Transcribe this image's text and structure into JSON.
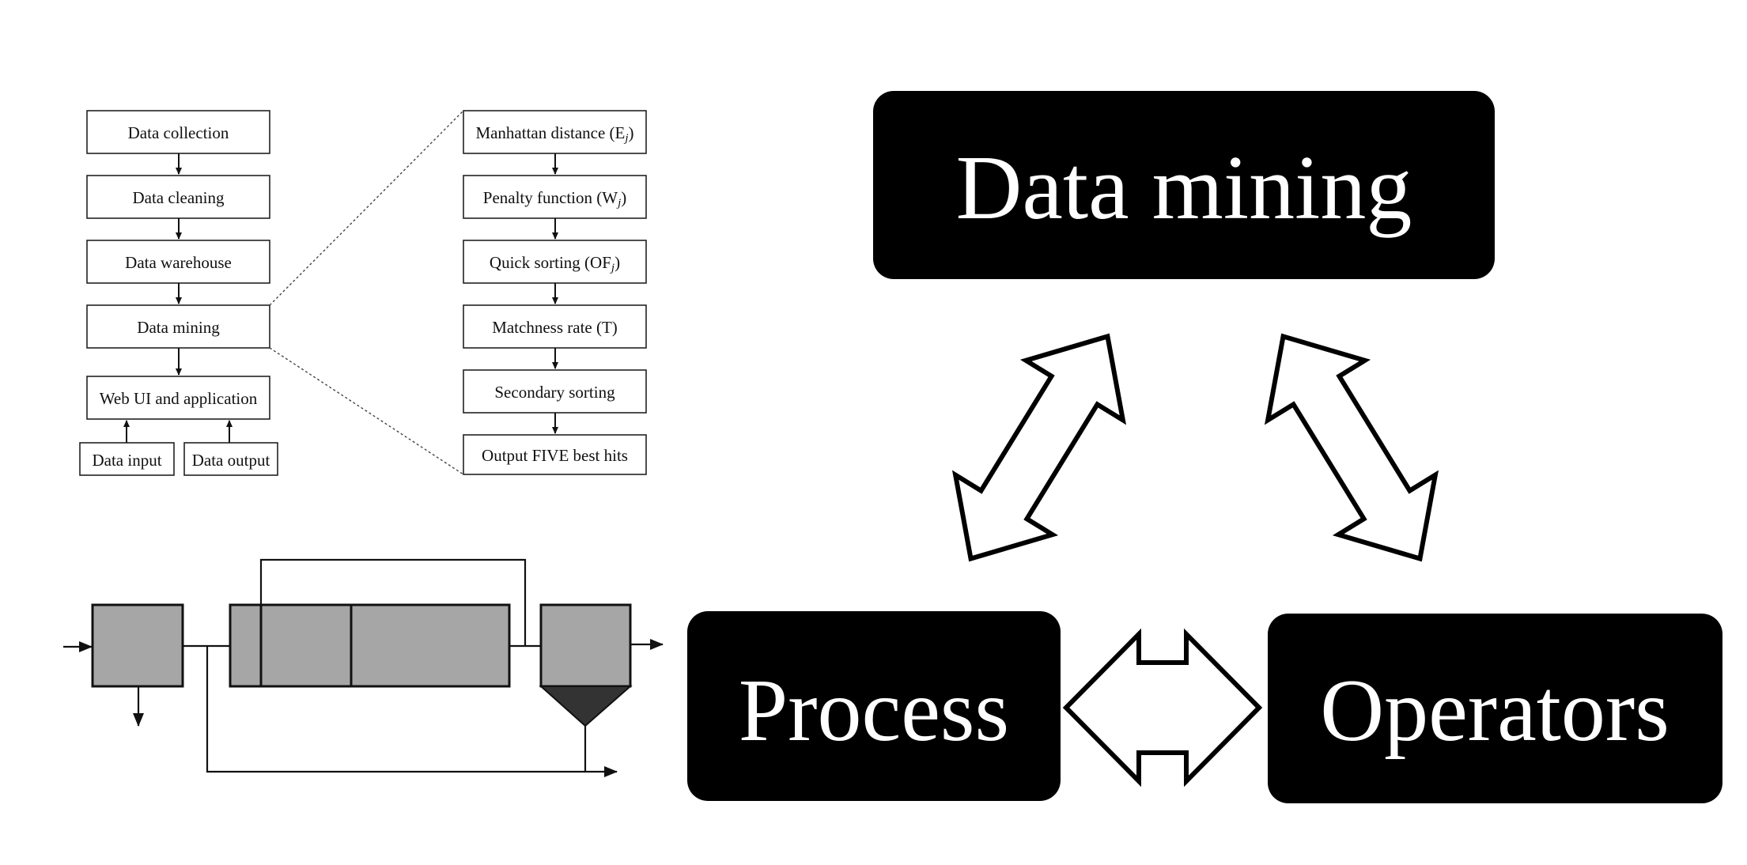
{
  "left_flowchart": {
    "steps": [
      "Data collection",
      "Data cleaning",
      "Data warehouse",
      "Data mining",
      "Web UI and application"
    ],
    "inputs": [
      "Data input",
      "Data output"
    ]
  },
  "right_flowchart": {
    "steps": [
      {
        "text": "Manhattan distance (E",
        "sub": "j",
        "tail": ")"
      },
      {
        "text": "Penalty function (W",
        "sub": "j",
        "tail": ")"
      },
      {
        "text": "Quick sorting (OF",
        "sub": "j",
        "tail": ")"
      },
      {
        "text": "Matchness rate (T)",
        "sub": "",
        "tail": ""
      },
      {
        "text": "Secondary sorting",
        "sub": "",
        "tail": ""
      },
      {
        "text": "Output FIVE best hits",
        "sub": "",
        "tail": ""
      }
    ]
  },
  "triad": {
    "top": "Data mining",
    "left": "Process",
    "right": "Operators"
  },
  "colors": {
    "box_fill": "#000000",
    "box_text": "#ffffff",
    "tank_fill": "#a6a6a6",
    "clarifier_cone": "#333333"
  }
}
